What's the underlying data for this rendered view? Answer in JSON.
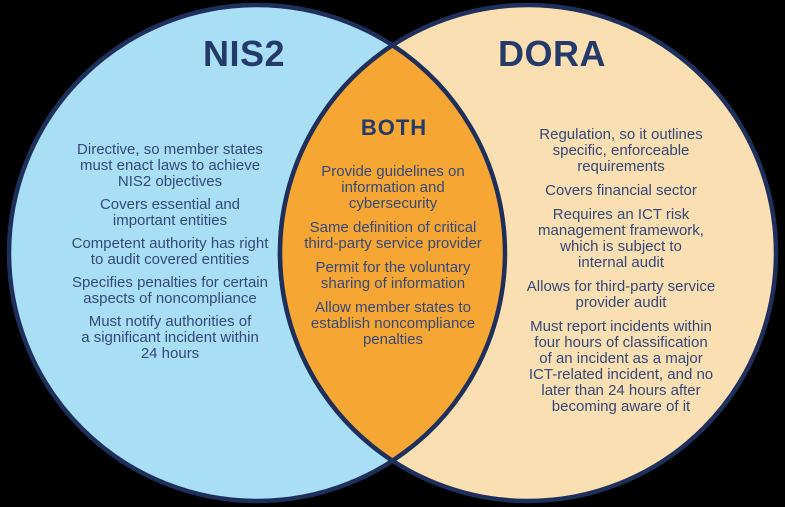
{
  "venn": {
    "colors": {
      "background": "#000000",
      "outline": "#1e2f5c",
      "nis2_fill": "#a9dff4",
      "dora_fill": "#fadfb2",
      "both_fill": "#f6a733",
      "title_text": "#233a6a",
      "body_text": "#35487a"
    },
    "left": {
      "title": "NIS2",
      "items": [
        "Directive, so member states\nmust enact laws to achieve\nNIS2 objectives",
        "Covers essential and\nimportant entities",
        "Competent authority has right\nto audit covered entities",
        "Specifies penalties for certain\naspects of noncompliance",
        "Must notify authorities of\na significant incident within\n24 hours"
      ]
    },
    "both": {
      "title": "BOTH",
      "items": [
        "Provide guidelines on\ninformation and\ncybersecurity",
        "Same definition of critical\nthird-party service provider",
        "Permit for the voluntary\nsharing of information",
        "Allow member states to\nestablish noncompliance\npenalties"
      ]
    },
    "right": {
      "title": "DORA",
      "items": [
        "Regulation, so it outlines\nspecific, enforceable\nrequirements",
        "Covers financial sector",
        "Requires an ICT risk\nmanagement framework,\nwhich is subject to\ninternal audit",
        "Allows for third-party service\nprovider audit",
        "Must report incidents within\nfour hours of classification\nof an incident as a major\nICT-related incident, and no\nlater than 24 hours after\nbecoming aware of it"
      ]
    }
  }
}
